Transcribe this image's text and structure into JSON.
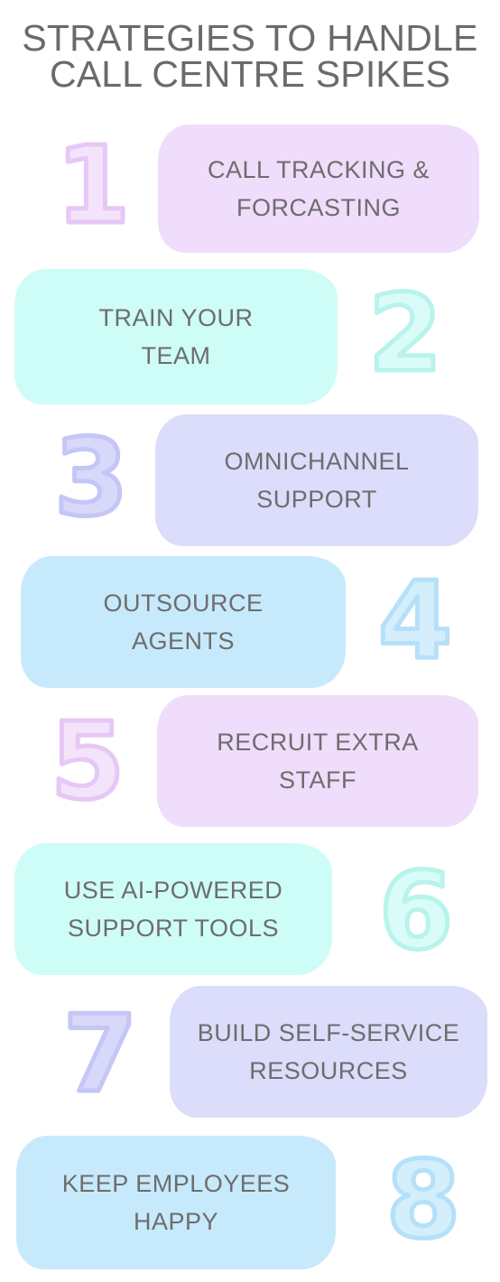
{
  "title": {
    "line1": "STRATEGIES TO HANDLE",
    "line2": "CALL CENTRE SPIKES"
  },
  "colors": {
    "pink": "#f0dcfb",
    "mint": "#cefcf7",
    "lavender": "#dcdcfb",
    "sky": "#c7e9fc",
    "text": "#6d6d6d"
  },
  "strategies": [
    {
      "number": "1",
      "text": "CALL TRACKING &\nFORCASTING"
    },
    {
      "number": "2",
      "text": "TRAIN YOUR\nTEAM"
    },
    {
      "number": "3",
      "text": "OMNICHANNEL\nSUPPORT"
    },
    {
      "number": "4",
      "text": "OUTSOURCE\nAGENTS"
    },
    {
      "number": "5",
      "text": "RECRUIT EXTRA\nSTAFF"
    },
    {
      "number": "6",
      "text": "USE AI-POWERED\nSUPPORT TOOLS"
    },
    {
      "number": "7",
      "text": "BUILD SELF-SERVICE\nRESOURCES"
    },
    {
      "number": "8",
      "text": "KEEP EMPLOYEES\nHAPPY"
    }
  ]
}
